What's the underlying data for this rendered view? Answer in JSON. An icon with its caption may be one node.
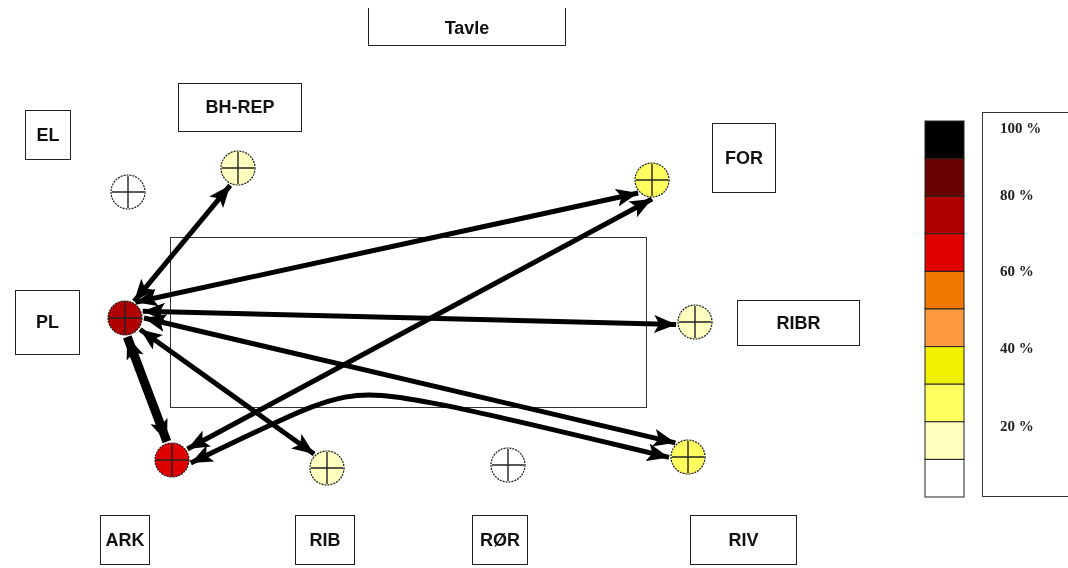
{
  "diagram": {
    "nodes": [
      {
        "text": [
          "Tavle"
        ]
      },
      {
        "text": [
          "EL"
        ]
      },
      {
        "text": [
          "BH-REP"
        ]
      },
      {
        "text": [
          "FOR"
        ]
      },
      {
        "text": [
          "PL"
        ]
      },
      {
        "text": [
          "RIBR"
        ]
      },
      {
        "text": [
          "ARK"
        ]
      },
      {
        "text": [
          "RIB"
        ]
      },
      {
        "text": [
          "RØR"
        ]
      },
      {
        "text": [
          "RIV"
        ]
      },
      {
        "text": [],
        "shape": "circle"
      },
      {
        "text": [],
        "shape": "circle"
      },
      {
        "text": [],
        "shape": "circle"
      },
      {
        "text": [],
        "shape": "circle"
      },
      {
        "text": [],
        "shape": "circle"
      },
      {
        "text": [],
        "shape": "circle"
      },
      {
        "text": [],
        "shape": "circle"
      },
      {
        "text": [],
        "shape": "circle"
      },
      {
        "text": [],
        "shape": "circle"
      }
    ],
    "edges": [
      {
        "from": 11,
        "to": 13,
        "arrow": "both"
      },
      {
        "from": 13,
        "to": 12,
        "arrow": "both"
      },
      {
        "from": 13,
        "to": 14,
        "arrow": "both"
      },
      {
        "from": 13,
        "to": 18,
        "arrow": "both"
      },
      {
        "from": 13,
        "to": 15,
        "arrow": "both",
        "style": "thick"
      },
      {
        "from": 13,
        "to": 16,
        "arrow": "both"
      },
      {
        "from": 15,
        "to": 12,
        "arrow": "both"
      },
      {
        "from": 15,
        "to": 18,
        "arrow": "both"
      }
    ],
    "legend": [
      {
        "text": "100 %",
        "color": "#000000"
      },
      {
        "text": "80 %",
        "color": "#6a0000"
      },
      {
        "text": "60 %",
        "color": "#e00000"
      },
      {
        "text": "40 %",
        "color": "#ff9a40"
      },
      {
        "text": "20 %",
        "color": "#ffff60"
      }
    ]
  }
}
